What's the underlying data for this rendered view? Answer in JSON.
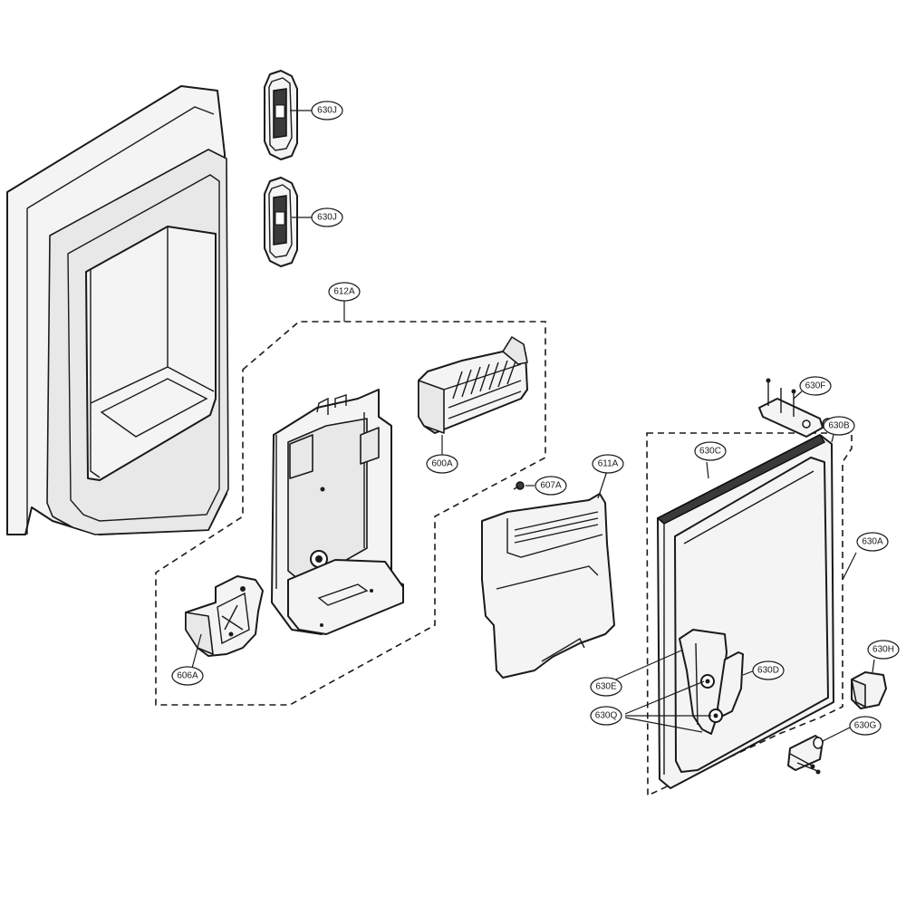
{
  "callouts": {
    "c630J_top": "630J",
    "c630J_bottom": "630J",
    "c612A": "612A",
    "c600A": "600A",
    "c607A": "607A",
    "c611A": "611A",
    "c630F": "630F",
    "c630B": "630B",
    "c630C": "630C",
    "c630A": "630A",
    "c606A": "606A",
    "c630H": "630H",
    "c630D": "630D",
    "c630E": "630E",
    "c630Q": "630Q",
    "c630G": "630G"
  }
}
